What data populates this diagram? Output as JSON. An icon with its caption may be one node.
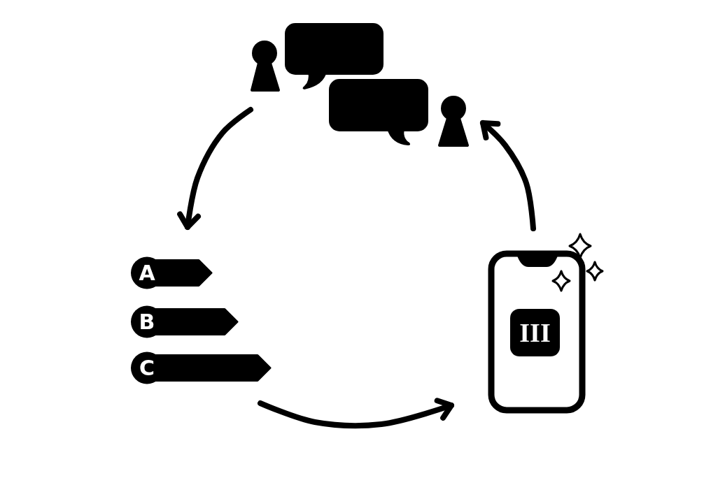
{
  "diagram": {
    "nodes": [
      {
        "text": [],
        "shape": "picture"
      },
      {
        "text": [
          "A"
        ]
      },
      {
        "text": [
          "B"
        ]
      },
      {
        "text": [
          "C"
        ]
      },
      {
        "text": [],
        "shape": "picture"
      },
      {
        "text": [
          "III"
        ],
        "in": 4
      }
    ],
    "edges": [
      {
        "from": 0,
        "to": 1,
        "arrow": "to"
      },
      {
        "from": 3,
        "to": 4,
        "arrow": "to"
      },
      {
        "from": 4,
        "to": 0,
        "arrow": "to"
      }
    ]
  }
}
